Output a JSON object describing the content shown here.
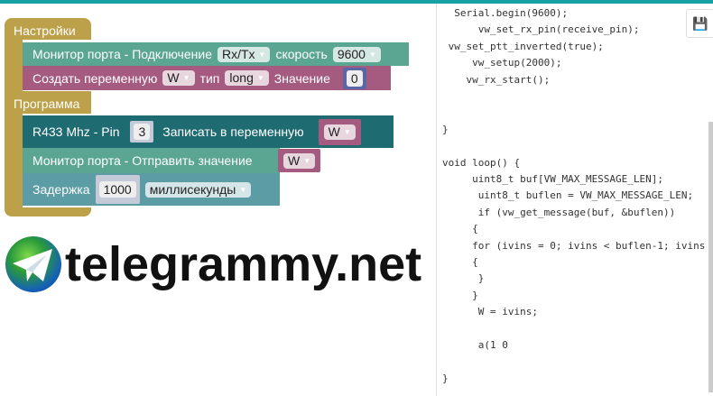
{
  "colors": {
    "accent": "#17a1a5",
    "setup": "#bda14a",
    "serial": "#5ba593",
    "variable": "#a55b80",
    "rf": "#1f6b72",
    "delay": "#5b9ca5",
    "number": "#5b67a5"
  },
  "blocks": {
    "setup_label": "Настройки",
    "serial_begin": {
      "label": "Монитор порта - Подключение",
      "port": "Rx/Tx",
      "speed_label": "скорость",
      "speed": "9600"
    },
    "create_var": {
      "label": "Создать переменную",
      "var": "W",
      "type_label": "тип",
      "type": "long",
      "value_label": "Значение",
      "value": "0"
    },
    "program_label": "Программа",
    "rf": {
      "label": "R433 Mhz - Pin",
      "pin": "3",
      "write_label": "Записать в переменную",
      "var": "W"
    },
    "serial_send": {
      "label": "Монитор порта - Отправить значение",
      "var": "W"
    },
    "delay": {
      "label": "Задержка",
      "value": "1000",
      "unit": "миллисекунды"
    }
  },
  "code": [
    "  Serial.begin(9600);",
    "      vw_set_rx_pin(receive_pin);",
    " vw_set_ptt_inverted(true);",
    "     vw_setup(2000);",
    "    vw_rx_start();",
    "",
    "",
    "}",
    "",
    "void loop() {",
    "     uint8_t buf[VW_MAX_MESSAGE_LEN];",
    "      uint8_t buflen = VW_MAX_MESSAGE_LEN;",
    "      if (vw_get_message(buf, &buflen))",
    "     {",
    "     for (ivins = 0; ivins < buflen-1; ivins",
    "     {",
    "      }",
    "     }",
    "      W = ivins;",
    "",
    "      a(1 0",
    "",
    "}"
  ],
  "save_icon": "floppy-disk-icon",
  "watermark": "telegrammy.net"
}
